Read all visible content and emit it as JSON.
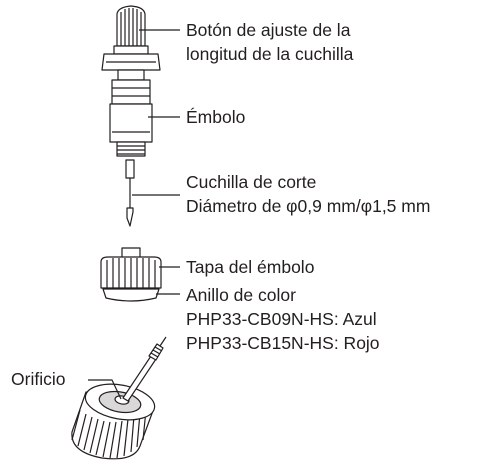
{
  "labels": {
    "adjust_knob": [
      "Botón de ajuste de la",
      "longitud de la cuchilla"
    ],
    "plunger": "Émbolo",
    "blade": [
      "Cuchilla de corte",
      "Diámetro de φ0,9 mm/φ1,5 mm"
    ],
    "plunger_cap": "Tapa del émbolo",
    "color_ring": [
      "Anillo de color",
      "PHP33-CB09N-HS: Azul",
      "PHP33-CB15N-HS: Rojo"
    ],
    "hole": "Orificio"
  },
  "colors": {
    "line": "#231f20",
    "fill": "#ffffff",
    "shade": "#d9d9d9"
  }
}
